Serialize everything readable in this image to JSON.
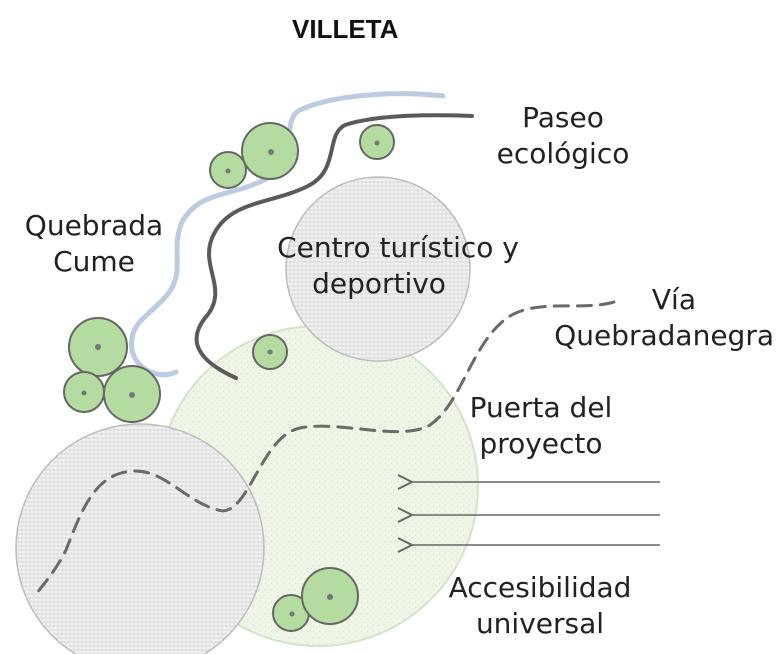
{
  "title": "VILLETA",
  "labels": {
    "paseo_line1": "Paseo",
    "paseo_line2": "ecológico",
    "quebrada_line1": "Quebrada",
    "quebrada_line2": "Cume",
    "centro_line1": "Centro turístico y",
    "centro_line2": "deportivo",
    "via_line1": "Vía",
    "via_line2": "Quebradanegra",
    "puerta_line1": "Puerta del",
    "puerta_line2": "proyecto",
    "acces_line1": "Accesibilidad",
    "acces_line2": "universal"
  },
  "colors": {
    "tree_fill": "#b5dca0",
    "tree_stroke": "#6b6b6b",
    "river": "#b9c9dd",
    "path": "#555555",
    "zone_fill": "#eef5e8",
    "hatch_fill": "#f2f2f2"
  }
}
